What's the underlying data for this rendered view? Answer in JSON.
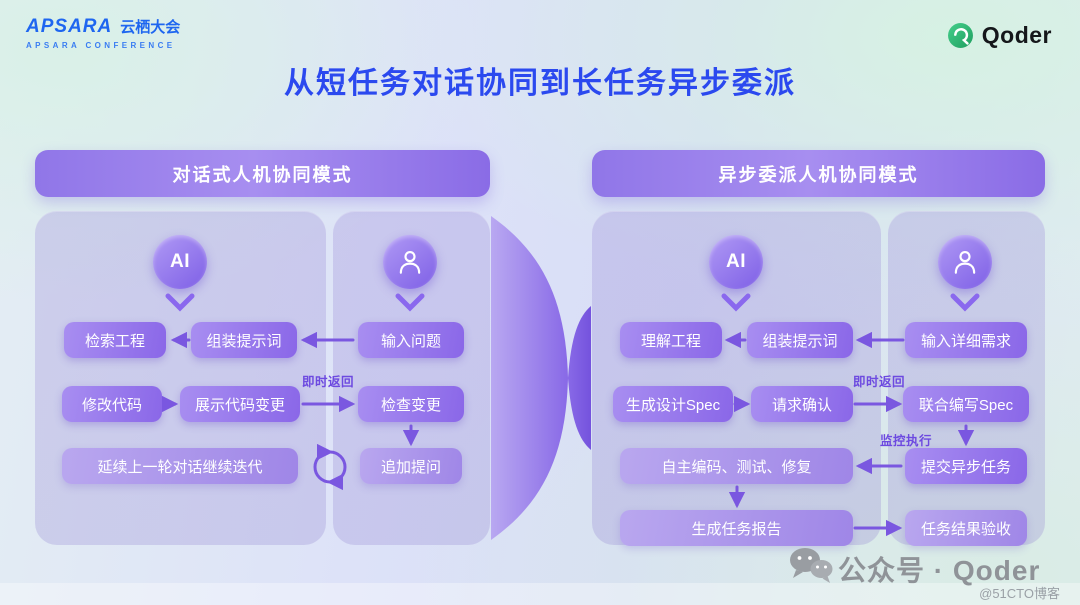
{
  "slide": {
    "title": "从短任务对话协同到长任务异步委派"
  },
  "branding": {
    "apsara_name": "APSARA",
    "apsara_cn": "云栖大会",
    "apsara_sub": "APSARA CONFERENCE",
    "qoder": "Qoder"
  },
  "left_panel": {
    "header": "对话式人机协同模式",
    "ai_badge": "AI",
    "nodes": {
      "retrieve": "检索工程",
      "assemble": "组装提示词",
      "modify": "修改代码",
      "show_changes": "展示代码变更",
      "continue_iterate": "延续上一轮对话继续迭代",
      "input_question": "输入问题",
      "check_changes": "检查变更",
      "follow_up": "追加提问"
    },
    "labels": {
      "instant_return": "即时返回"
    }
  },
  "right_panel": {
    "header": "异步委派人机协同模式",
    "ai_badge": "AI",
    "nodes": {
      "understand": "理解工程",
      "assemble": "组装提示词",
      "gen_spec": "生成设计Spec",
      "confirm": "请求确认",
      "auto_code": "自主编码、测试、修复",
      "gen_report": "生成任务报告",
      "input_req": "输入详细需求",
      "co_write_spec": "联合编写Spec",
      "submit_task": "提交异步任务",
      "accept_result": "任务结果验收"
    },
    "labels": {
      "instant_return": "即时返回",
      "monitor": "监控执行"
    }
  },
  "footer": {
    "wechat_label": "公众号 · Qoder",
    "watermark": "@51CTO博客"
  },
  "colors": {
    "title": "#2b49ef",
    "node_purple": "#8f6ce9",
    "arrow_purple": "#7a57e0",
    "qoder_green": "#2fb673"
  }
}
